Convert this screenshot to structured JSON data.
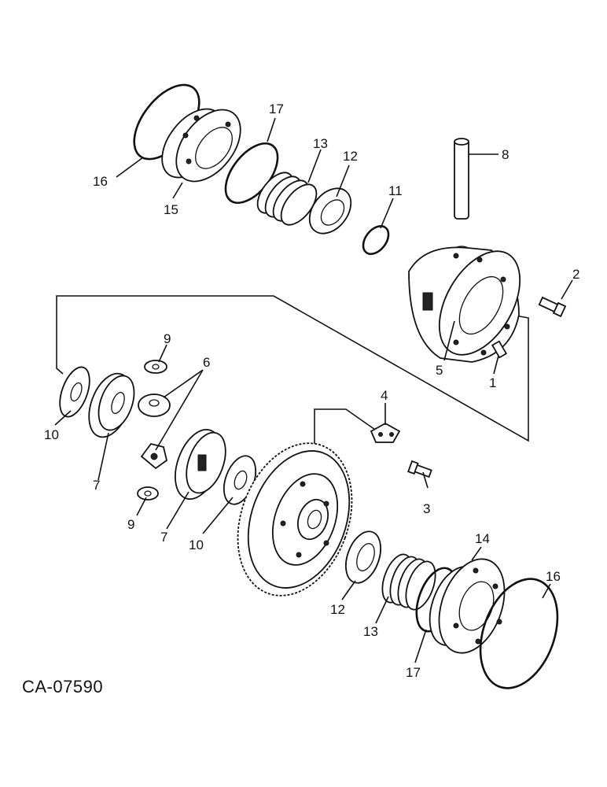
{
  "drawing_code": "CA-07590",
  "callouts": {
    "c1": "1",
    "c2": "2",
    "c3": "3",
    "c4": "4",
    "c5": "5",
    "c6": "6",
    "c7a": "7",
    "c7b": "7",
    "c8": "8",
    "c9a": "9",
    "c9b": "9",
    "c10a": "10",
    "c10b": "10",
    "c11": "11",
    "c12a": "12",
    "c12b": "12",
    "c13a": "13",
    "c13b": "13",
    "c14": "14",
    "c15": "15",
    "c16a": "16",
    "c16b": "16",
    "c17a": "17",
    "c17b": "17"
  }
}
